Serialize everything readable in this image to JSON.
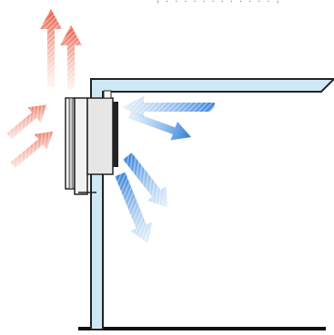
{
  "header": {
    "cutoff_text": ", . . . . . . . . . . . . ;"
  },
  "colors": {
    "warm_arrow": "#e8503a",
    "cool_arrow": "#2e7ed8",
    "wall_fill": "#cfe8f6",
    "wall_stroke": "#222222",
    "unit_body": "#e6e6e6",
    "floor": "#111111"
  },
  "diagram": {
    "warm_arrows": [
      "exhaust-up-1",
      "exhaust-up-2",
      "intake-left-1",
      "intake-left-2"
    ],
    "cool_arrows": [
      "return-1",
      "return-2",
      "supply-1",
      "supply-2"
    ]
  }
}
